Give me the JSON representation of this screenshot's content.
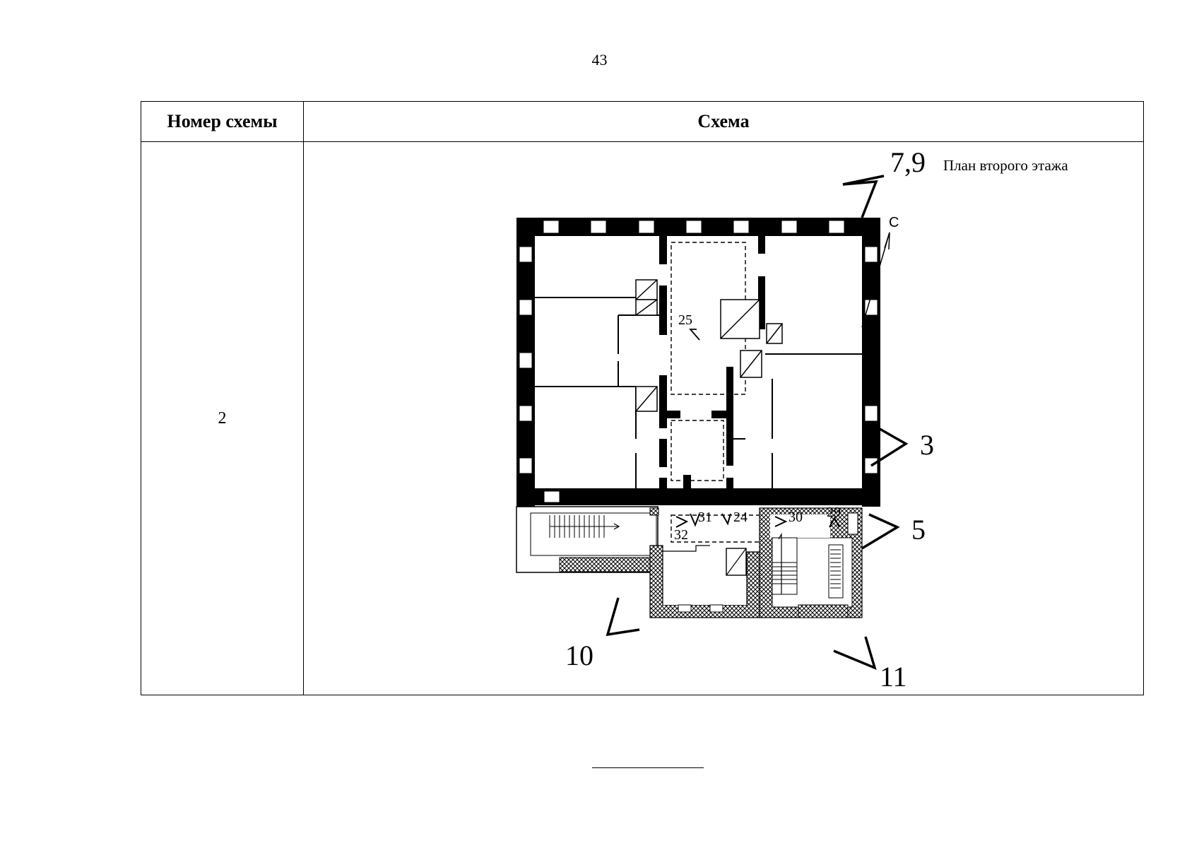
{
  "page": {
    "number": "43"
  },
  "table": {
    "headers": {
      "scheme_number": "Номер схемы",
      "scheme": "Схема"
    },
    "rows": [
      {
        "number": "2"
      }
    ]
  },
  "plan": {
    "title": "План второго этажа",
    "north_label": "С",
    "view_markers": {
      "m79": "7,9",
      "m3": "3",
      "m5": "5",
      "m10": "10",
      "m11": "11"
    },
    "point_labels": {
      "p25": "25",
      "p24": "24",
      "p31": "31",
      "p32": "32",
      "p30": "30",
      "p29": "29"
    }
  }
}
